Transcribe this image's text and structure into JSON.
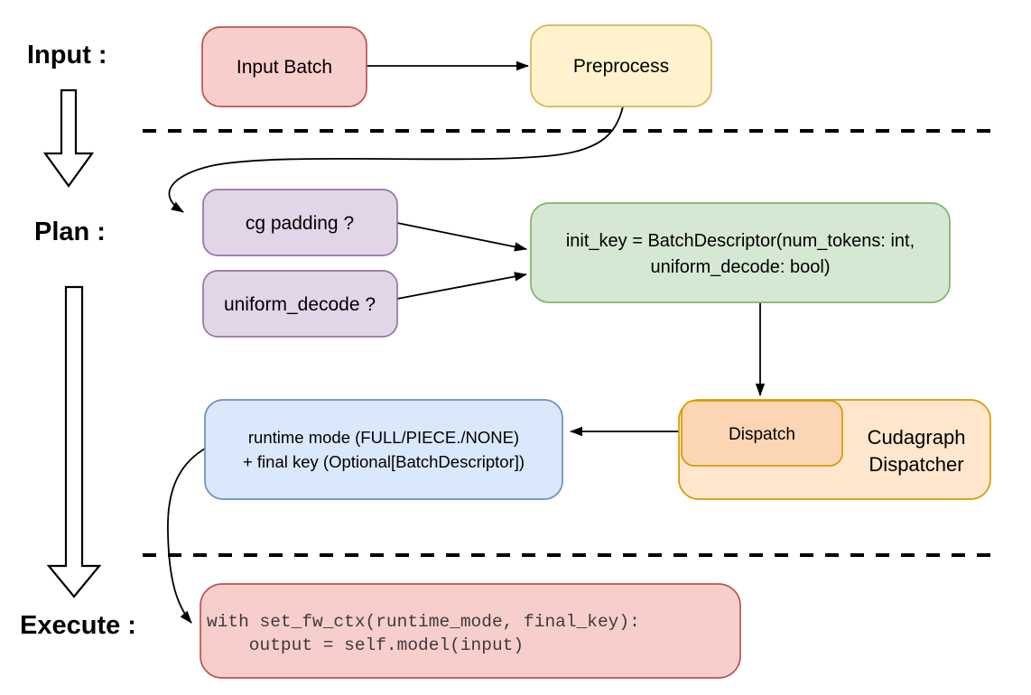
{
  "diagram": {
    "title_hint": "cudagraph dispatch flow",
    "colors": {
      "background": "#ffffff",
      "line": "#000000",
      "code_text": "#3b3b3b"
    },
    "sections": {
      "input": {
        "label": "Input :"
      },
      "plan": {
        "label": "Plan :"
      },
      "execute": {
        "label": "Execute :"
      }
    },
    "nodes": {
      "input_batch": {
        "label": "Input Batch",
        "fill": "#f8cecc",
        "stroke": "#b85450"
      },
      "preprocess": {
        "label": "Preprocess",
        "fill": "#fff2cc",
        "stroke": "#d6b656"
      },
      "cg_padding": {
        "label": "cg padding ?",
        "fill": "#e1d5e7",
        "stroke": "#9673a6"
      },
      "uniform_decode": {
        "label": "uniform_decode ?",
        "fill": "#e1d5e7",
        "stroke": "#9673a6"
      },
      "init_key": {
        "line1": "init_key = BatchDescriptor(num_tokens: int,",
        "line2": "uniform_decode: bool)",
        "fill": "#d5e8d4",
        "stroke": "#82b366"
      },
      "cudagraph_dispatcher": {
        "line1": "Cudagraph",
        "line2": "Dispatcher",
        "fill": "#ffe6cc",
        "stroke": "#d79b00"
      },
      "dispatch": {
        "label": "Dispatch",
        "fill": "#fcd5b4",
        "stroke": "#d79b00"
      },
      "runtime_mode": {
        "line1": "runtime mode (FULL/PIECE./NONE)",
        "line2": "+ final key (Optional[BatchDescriptor])",
        "fill": "#dae8fc",
        "stroke": "#6c8ebf"
      },
      "execute_code": {
        "line1": "with set_fw_ctx(runtime_mode, final_key):",
        "line2": "    output = self.model(input)",
        "fill": "#f8cecc",
        "stroke": "#b85450"
      }
    },
    "edges": [
      {
        "from": "input_batch",
        "to": "preprocess"
      },
      {
        "from": "preprocess",
        "to": "cg_padding"
      },
      {
        "from": "cg_padding",
        "to": "init_key"
      },
      {
        "from": "uniform_decode",
        "to": "init_key"
      },
      {
        "from": "init_key",
        "to": "dispatch"
      },
      {
        "from": "dispatch",
        "to": "runtime_mode"
      },
      {
        "from": "runtime_mode",
        "to": "execute_code"
      },
      {
        "from": "section_input",
        "to": "section_plan"
      },
      {
        "from": "section_plan",
        "to": "section_execute"
      }
    ]
  }
}
